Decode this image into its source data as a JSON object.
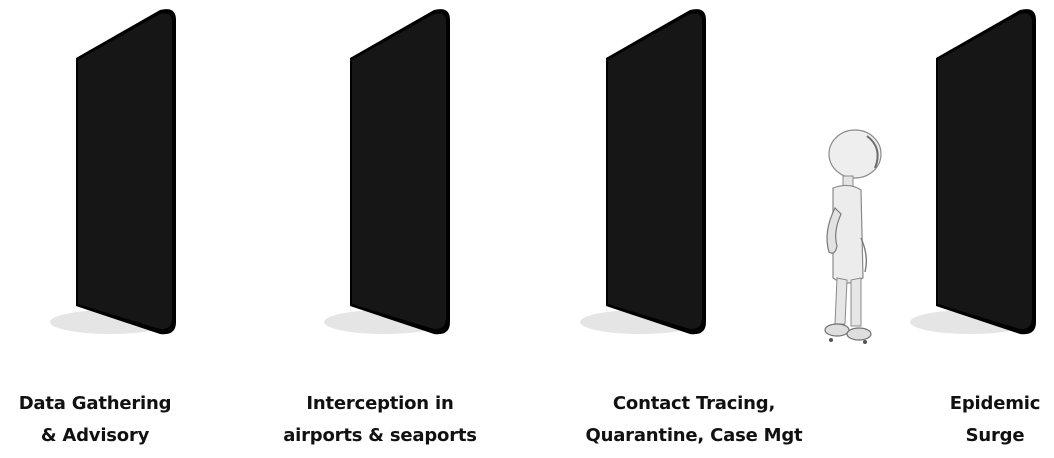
{
  "colors": {
    "door": "#141414",
    "door_edge": "#000000",
    "shadow": "#cfcfcf",
    "figure": "#e6e6e6",
    "text": "#111111"
  },
  "stages": [
    {
      "label_line1": "Data Gathering",
      "label_line2": "& Advisory"
    },
    {
      "label_line1": "Interception  in",
      "label_line2": "airports & seaports"
    },
    {
      "label_line1": "Contact Tracing,",
      "label_line2": "Quarantine, Case Mgt"
    },
    {
      "label_line1": "Epidemic",
      "label_line2": "Surge"
    }
  ]
}
